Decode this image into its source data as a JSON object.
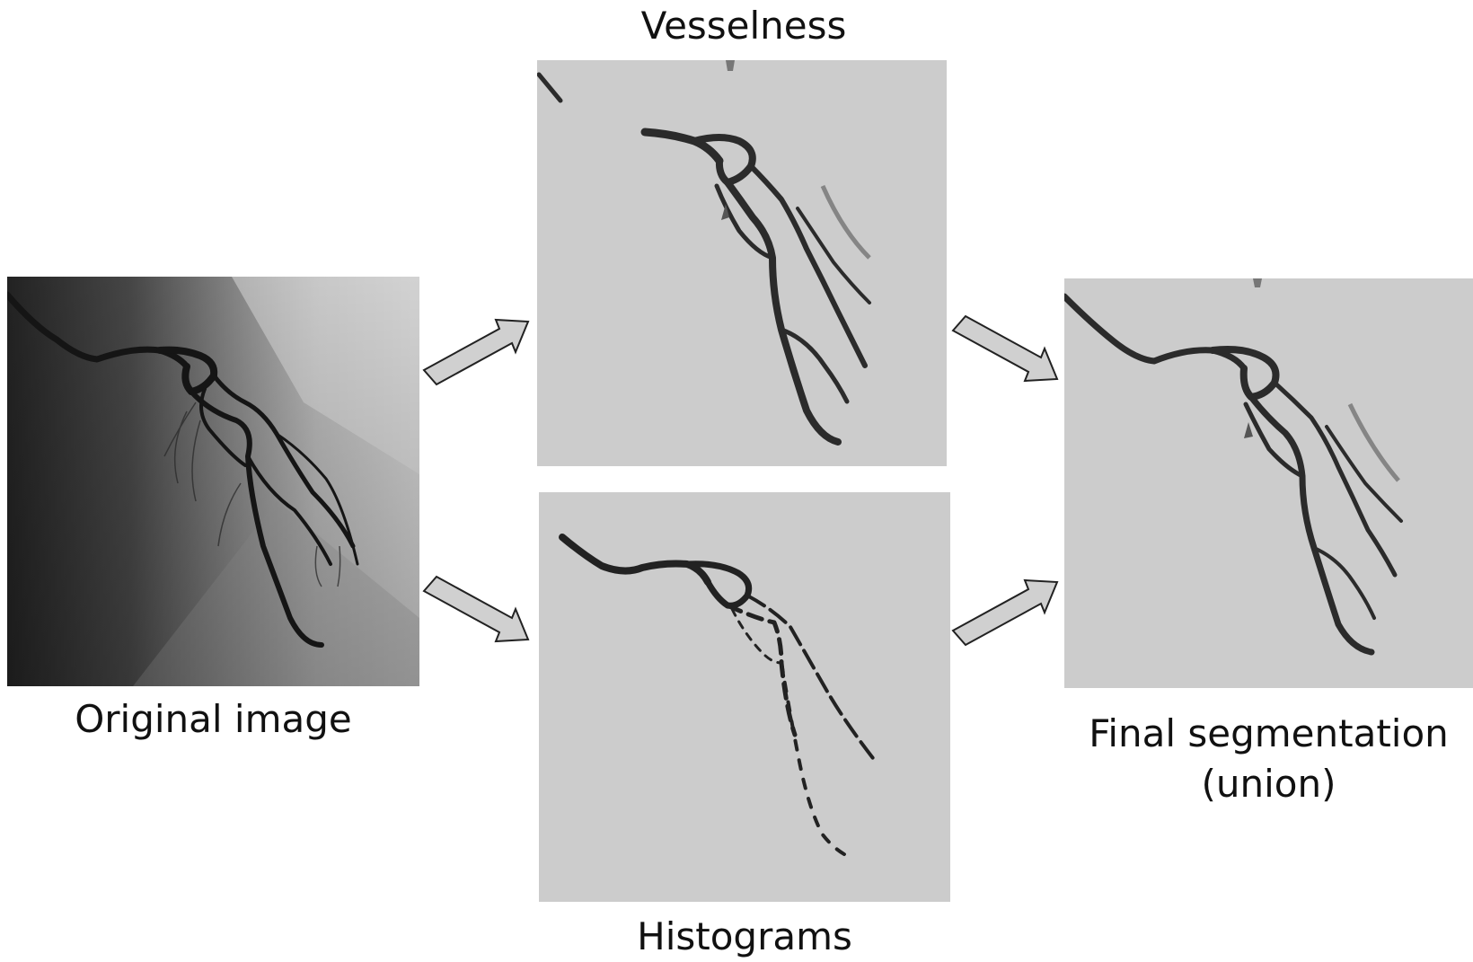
{
  "labels": {
    "original": "Original image",
    "vesselness": "Vesselness",
    "histograms": "Histograms",
    "final_line1": "Final segmentation",
    "final_line2": "(union)"
  },
  "colors": {
    "background": "#ffffff",
    "panel_gray": "#cccccc",
    "vessel": "#2b2b2b",
    "arrow_fill": "#d0d0d0",
    "arrow_stroke": "#222222"
  }
}
